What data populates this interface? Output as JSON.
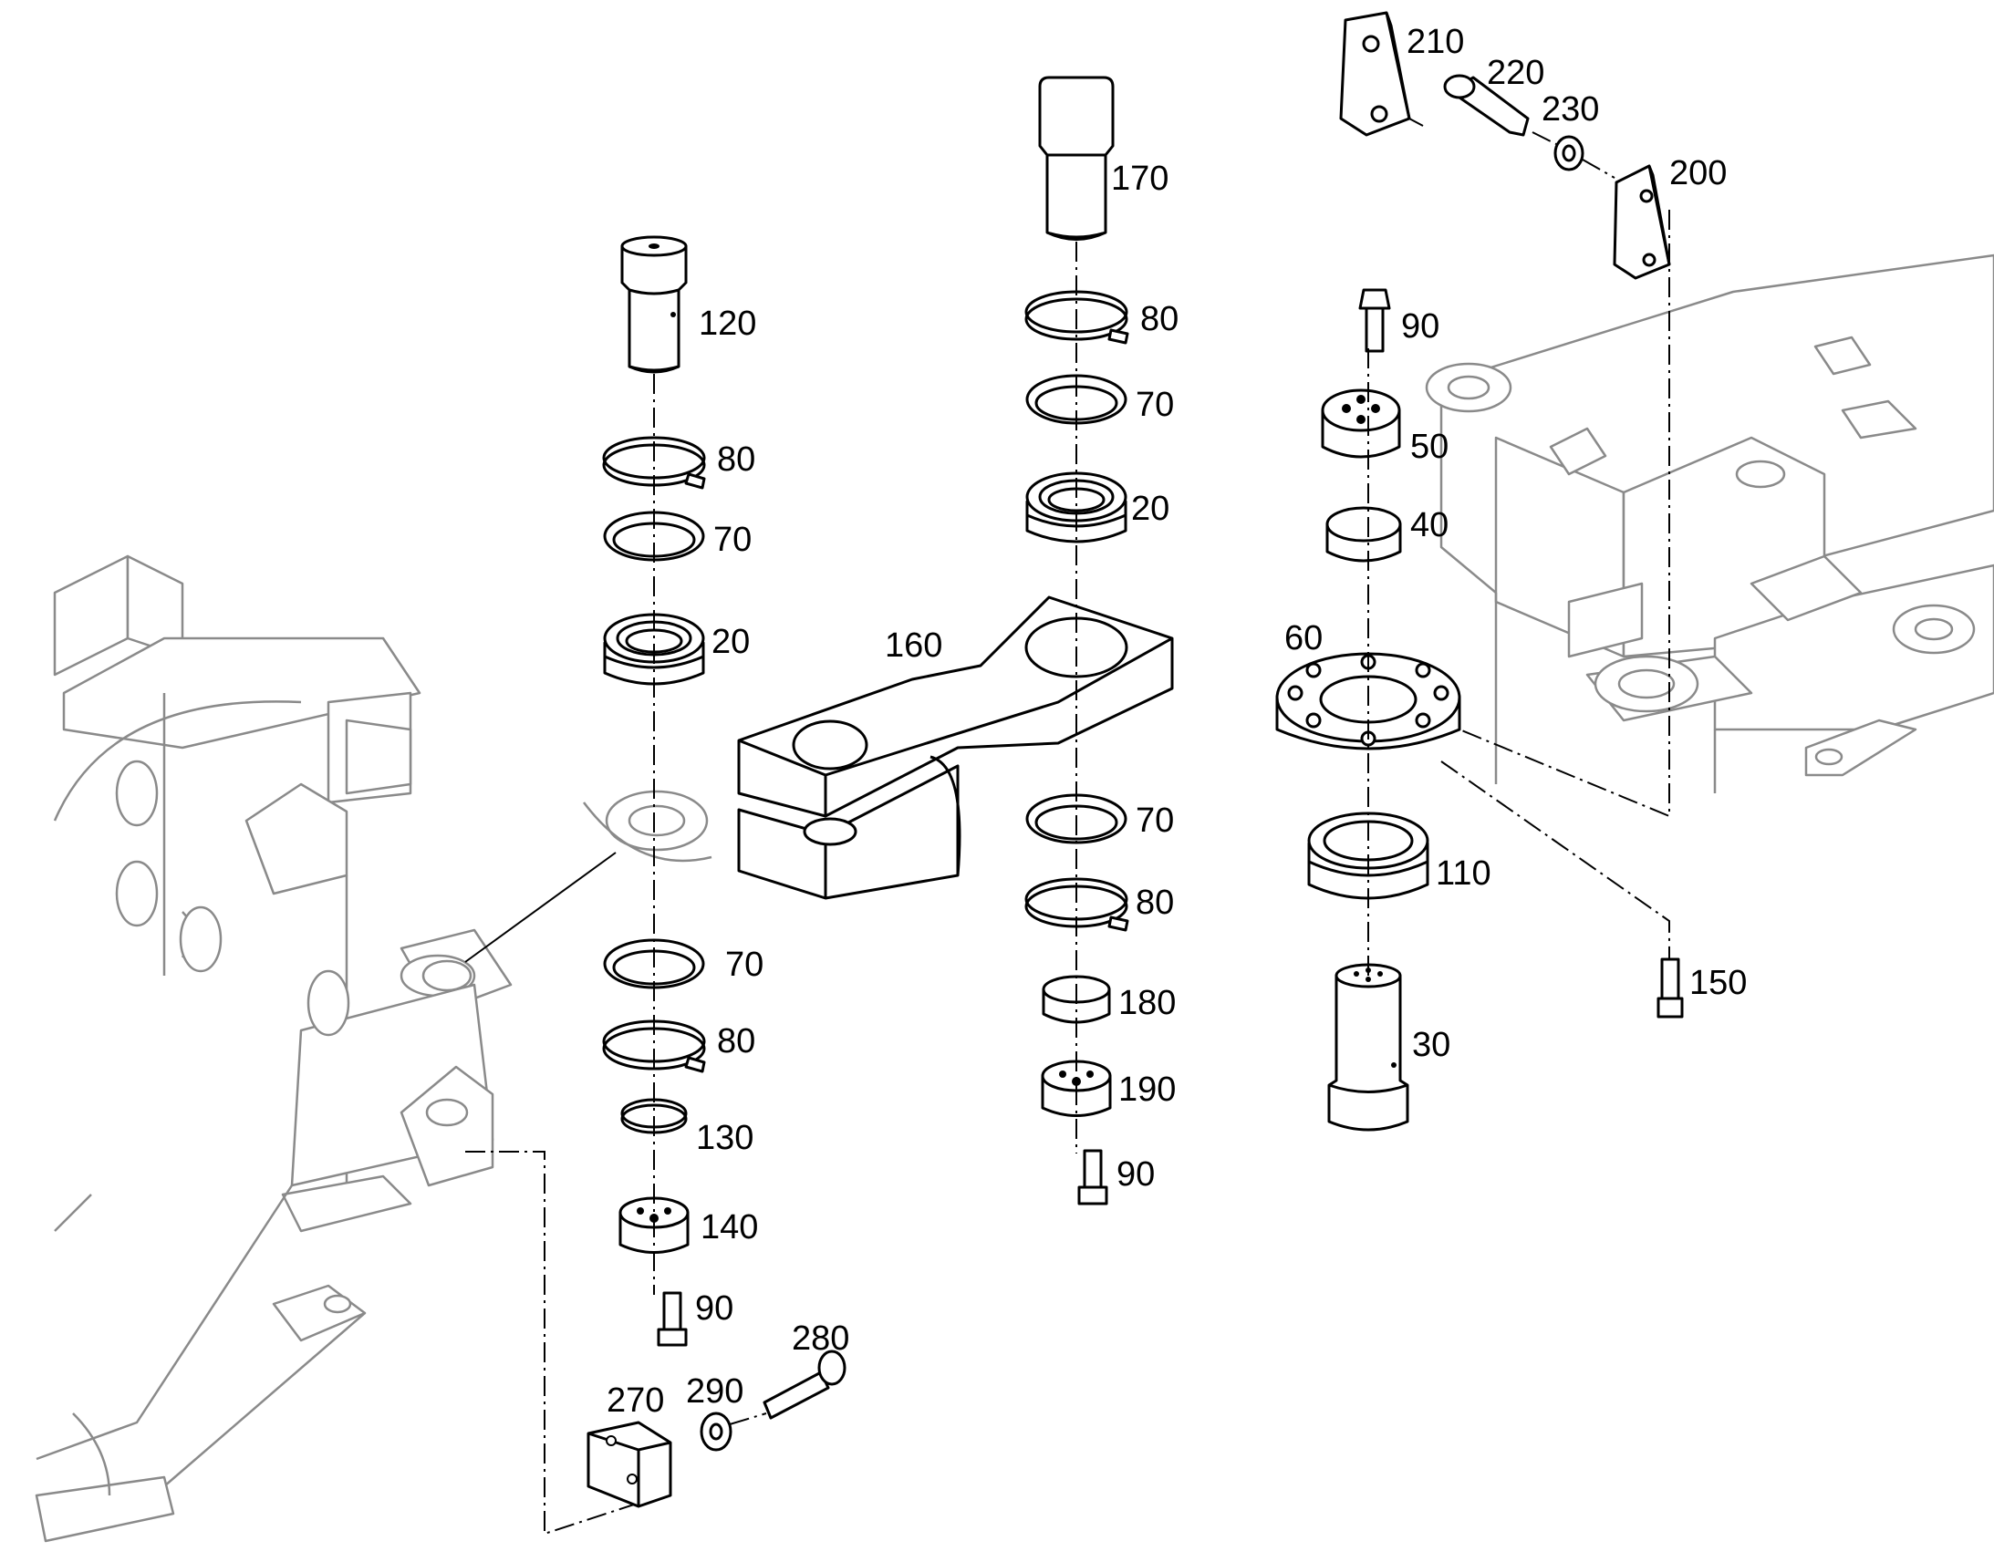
{
  "labels": {
    "p120": "120",
    "p80a": "80",
    "p70a": "70",
    "p20a": "20",
    "p70b": "70",
    "p80b": "80",
    "p130": "130",
    "p140": "140",
    "p90a": "90",
    "p170": "170",
    "p80c": "80",
    "p70c": "70",
    "p20b": "20",
    "p160": "160",
    "p70d": "70",
    "p80d": "80",
    "p180": "180",
    "p190": "190",
    "p90b": "90",
    "p210": "210",
    "p220": "220",
    "p230": "230",
    "p200": "200",
    "p90c": "90",
    "p50": "50",
    "p40": "40",
    "p60": "60",
    "p110": "110",
    "p150": "150",
    "p30": "30",
    "p270": "270",
    "p290": "290",
    "p280": "280"
  }
}
